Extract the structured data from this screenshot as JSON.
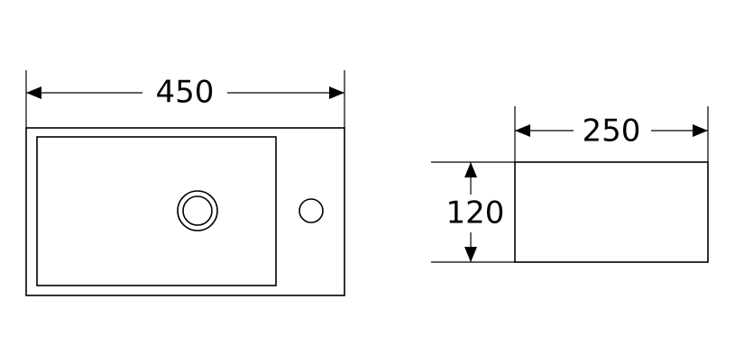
{
  "top_view": {
    "width_label": "450"
  },
  "side_view": {
    "width_label": "250",
    "height_label": "120"
  }
}
